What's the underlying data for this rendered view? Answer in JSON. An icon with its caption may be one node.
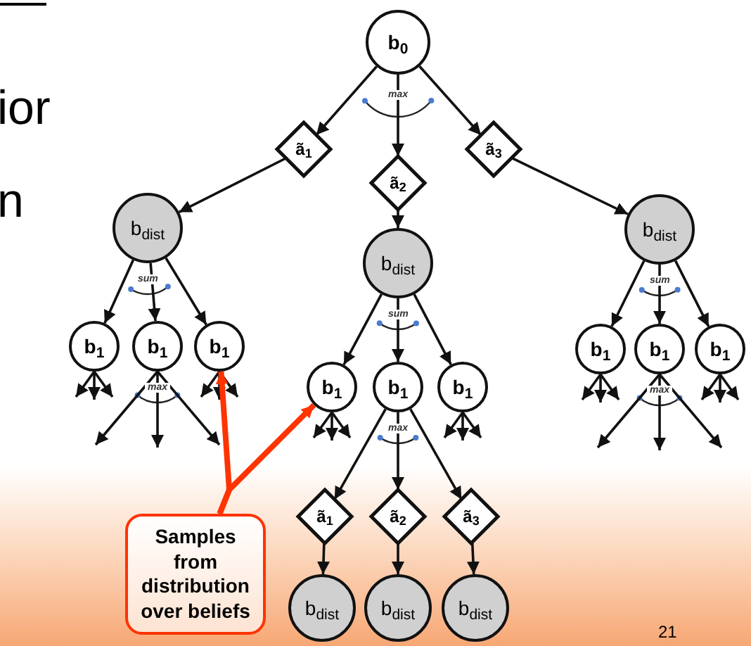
{
  "diagram": {
    "nodes": [
      {
        "text": [
          "b$_{0}$"
        ]
      },
      {
        "text": [
          "ã$_{1}$"
        ]
      },
      {
        "text": [
          "ã$_{2}$"
        ]
      },
      {
        "text": [
          "ã$_{3}$"
        ]
      },
      {
        "text": [
          "b$_{dist}$"
        ]
      },
      {
        "text": [
          "b$_{dist}$"
        ]
      },
      {
        "text": [
          "b$_{dist}$"
        ]
      },
      {
        "text": [
          "b$_{1}$"
        ]
      },
      {
        "text": [
          "b$_{1}$"
        ]
      },
      {
        "text": [
          "b$_{1}$"
        ]
      },
      {
        "text": [
          "b$_{1}$"
        ]
      },
      {
        "text": [
          "b$_{1}$"
        ]
      },
      {
        "text": [
          "b$_{1}$"
        ]
      },
      {
        "text": [
          "b$_{1}$"
        ]
      },
      {
        "text": [
          "b$_{1}$"
        ]
      },
      {
        "text": [
          "b$_{1}$"
        ]
      },
      {
        "text": [
          "ã$_{1}$"
        ]
      },
      {
        "text": [
          "ã$_{2}$"
        ]
      },
      {
        "text": [
          "ã$_{3}$"
        ]
      },
      {
        "text": [
          "b$_{dist}$"
        ]
      },
      {
        "text": [
          "b$_{dist}$"
        ]
      },
      {
        "text": [
          "b$_{dist}$"
        ]
      },
      {
        "text": [
          "Samples from distribution over beliefs"
        ]
      }
    ],
    "edges": [
      {
        "from": 0,
        "to": 1,
        "arrow": "to"
      },
      {
        "from": 0,
        "to": 2,
        "arrow": "to"
      },
      {
        "from": 0,
        "to": 3,
        "arrow": "to"
      },
      {
        "from": 1,
        "to": 4,
        "arrow": "to"
      },
      {
        "from": 2,
        "to": 5,
        "arrow": "to"
      },
      {
        "from": 3,
        "to": 6,
        "arrow": "to"
      },
      {
        "from": 4,
        "to": 7,
        "arrow": "to"
      },
      {
        "from": 4,
        "to": 8,
        "arrow": "to"
      },
      {
        "from": 4,
        "to": 9,
        "arrow": "to"
      },
      {
        "from": 5,
        "to": 10,
        "arrow": "to"
      },
      {
        "from": 5,
        "to": 11,
        "arrow": "to"
      },
      {
        "from": 5,
        "to": 12,
        "arrow": "to"
      },
      {
        "from": 6,
        "to": 13,
        "arrow": "to"
      },
      {
        "from": 6,
        "to": 14,
        "arrow": "to"
      },
      {
        "from": 6,
        "to": 15,
        "arrow": "to"
      },
      {
        "from": 11,
        "to": 16,
        "arrow": "to"
      },
      {
        "from": 11,
        "to": 17,
        "arrow": "to"
      },
      {
        "from": 11,
        "to": 18,
        "arrow": "to"
      },
      {
        "from": 16,
        "to": 19,
        "arrow": "to"
      },
      {
        "from": 17,
        "to": 20,
        "arrow": "to"
      },
      {
        "from": 18,
        "to": 21,
        "arrow": "to"
      },
      {
        "from": 7,
        "to": null,
        "arrow": "to"
      },
      {
        "from": 7,
        "to": null,
        "arrow": "to"
      },
      {
        "from": 7,
        "to": null,
        "arrow": "to"
      },
      {
        "from": 8,
        "to": null,
        "arrow": "to"
      },
      {
        "from": 8,
        "to": null,
        "arrow": "to"
      },
      {
        "from": 8,
        "to": null,
        "arrow": "to"
      },
      {
        "from": 9,
        "to": null,
        "arrow": "to"
      },
      {
        "from": 9,
        "to": null,
        "arrow": "to"
      },
      {
        "from": 9,
        "to": null,
        "arrow": "to"
      },
      {
        "from": 10,
        "to": null,
        "arrow": "to"
      },
      {
        "from": 10,
        "to": null,
        "arrow": "to"
      },
      {
        "from": 10,
        "to": null,
        "arrow": "to"
      },
      {
        "from": 12,
        "to": null,
        "arrow": "to"
      },
      {
        "from": 12,
        "to": null,
        "arrow": "to"
      },
      {
        "from": 12,
        "to": null,
        "arrow": "to"
      },
      {
        "from": 13,
        "to": null,
        "arrow": "to"
      },
      {
        "from": 13,
        "to": null,
        "arrow": "to"
      },
      {
        "from": 13,
        "to": null,
        "arrow": "to"
      },
      {
        "from": 14,
        "to": null,
        "arrow": "to"
      },
      {
        "from": 14,
        "to": null,
        "arrow": "to"
      },
      {
        "from": 14,
        "to": null,
        "arrow": "to"
      },
      {
        "from": 15,
        "to": null,
        "arrow": "to"
      },
      {
        "from": 15,
        "to": null,
        "arrow": "to"
      },
      {
        "from": 15,
        "to": null,
        "arrow": "to"
      },
      {
        "from": 22,
        "to": 9,
        "arrow": "to",
        "style": "thick",
        "color": "#ff3300"
      },
      {
        "from": 22,
        "to": 10,
        "arrow": "to",
        "style": "thick",
        "color": "#ff3300"
      }
    ],
    "labels": [
      "ior",
      "n",
      "max",
      "sum",
      "sum",
      "sum",
      "max",
      "max",
      "max",
      "21"
    ]
  }
}
